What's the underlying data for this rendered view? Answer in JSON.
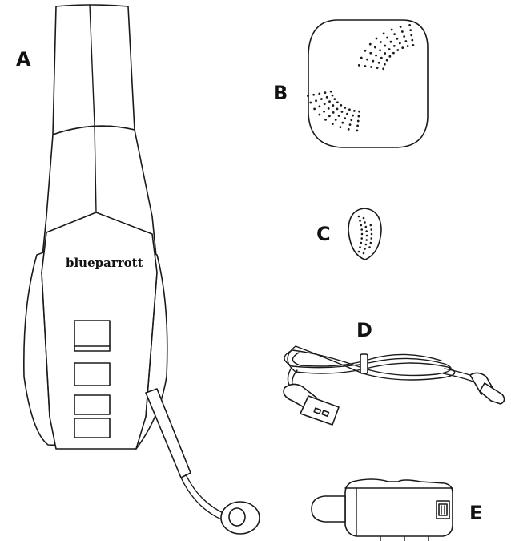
{
  "labels": {
    "a": "A",
    "b": "B",
    "c": "C",
    "d": "D",
    "e": "E"
  },
  "headset": {
    "brand_text": "blueparrott"
  },
  "parts": [
    {
      "id": "A",
      "icon": "headset-icon"
    },
    {
      "id": "B",
      "icon": "ear-cushion-icon"
    },
    {
      "id": "C",
      "icon": "mic-windscreen-icon"
    },
    {
      "id": "D",
      "icon": "usb-cable-icon"
    },
    {
      "id": "E",
      "icon": "battery-pack-icon"
    }
  ],
  "colors": {
    "line": "#1a1a1a",
    "background": "#ffffff"
  }
}
